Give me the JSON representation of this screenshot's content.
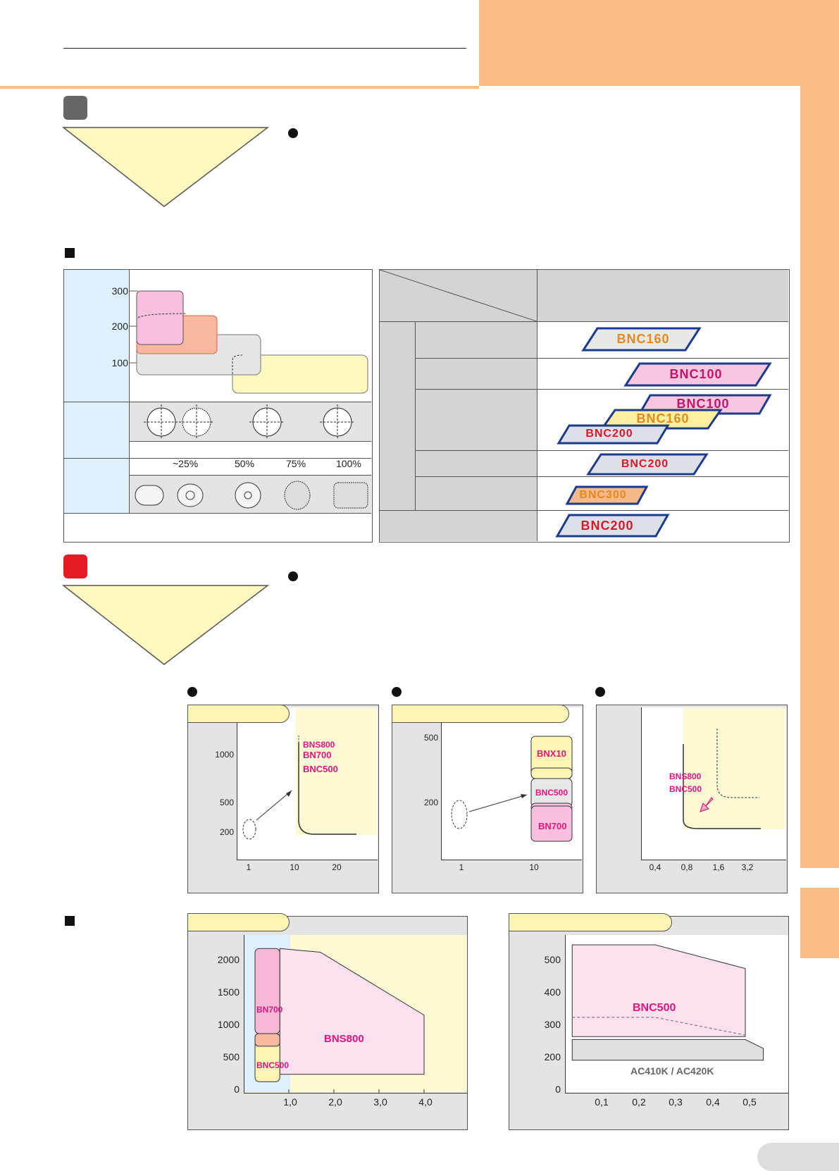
{
  "colors": {
    "accent_orange": "#fbbd86",
    "badge_grey": "#666666",
    "badge_red": "#e51c23",
    "panel_grey": "#e4e4e4",
    "light_blue": "#ddf0fb",
    "light_yellow": "#fdf9d5",
    "magenta_text": "#e0157f"
  },
  "left_chart": {
    "y_ticks": [
      "300",
      "200",
      "100"
    ],
    "percentages": [
      "~25%",
      "50%",
      "75%",
      "100%"
    ]
  },
  "grade_table": {
    "grades": [
      "BNC160",
      "BNC100",
      "BNC100",
      "BNC160",
      "BNC200",
      "BNC200",
      "BNC300",
      "BNC200"
    ]
  },
  "panel_a": {
    "y_ticks": [
      "1000",
      "500",
      "200"
    ],
    "x_ticks": [
      "1",
      "10",
      "20"
    ],
    "labels": [
      "BNS800",
      "BN700",
      "BNC500"
    ]
  },
  "panel_b": {
    "y_ticks": [
      "500",
      "200"
    ],
    "x_ticks": [
      "1",
      "10"
    ],
    "labels": [
      "BNX10",
      "BNC500",
      "BN700"
    ]
  },
  "panel_c": {
    "x_ticks": [
      "0,4",
      "0,8",
      "1,6",
      "3,2"
    ],
    "labels": [
      "BNS800",
      "BNC500"
    ]
  },
  "chart_data": [
    {
      "type": "area",
      "y_ticks": [
        "2000",
        "1500",
        "1000",
        "500",
        "0"
      ],
      "x_ticks": [
        "1,0",
        "2,0",
        "3,0",
        "4,0"
      ],
      "ylim": [
        0,
        2000
      ],
      "xlim": [
        0,
        4.0
      ],
      "series": [
        {
          "name": "BN700"
        },
        {
          "name": "BNS800"
        },
        {
          "name": "BNC500"
        }
      ]
    },
    {
      "type": "area",
      "y_ticks": [
        "500",
        "400",
        "300",
        "200",
        "0"
      ],
      "x_ticks": [
        "0,1",
        "0,2",
        "0,3",
        "0,4",
        "0,5"
      ],
      "ylim": [
        0,
        500
      ],
      "xlim": [
        0,
        0.5
      ],
      "series": [
        {
          "name": "BNC500"
        },
        {
          "name": "AC410K / AC420K"
        }
      ]
    }
  ]
}
